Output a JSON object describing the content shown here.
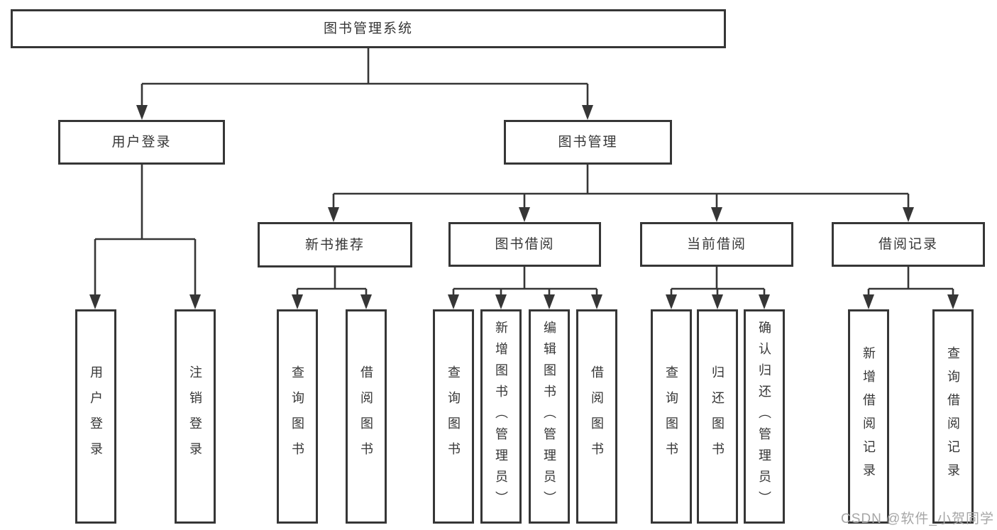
{
  "colors": {
    "line": "#363636",
    "text": "#363636",
    "background": "#ffffff",
    "watermark": "#a6a6a6"
  },
  "nodes": {
    "root": "图书管理系统",
    "user_login": "用户登录",
    "book_mgmt": "图书管理",
    "new_book_rec": "新书推荐",
    "book_borrow": "图书借阅",
    "current_borrow": "当前借阅",
    "borrow_record": "借阅记录",
    "leaf_user_login": "用户登录",
    "leaf_logout": "注销登录",
    "leaf_query_book_1": "查询图书",
    "leaf_borrow_book_1": "借阅图书",
    "leaf_query_book_2": "查询图书",
    "leaf_add_book": "新增图书（管理员）",
    "leaf_edit_book": "编辑图书（管理员）",
    "leaf_borrow_book_2": "借阅图书",
    "leaf_query_book_3": "查询图书",
    "leaf_return_book": "归还图书",
    "leaf_confirm_return": "确认归还（管理员）",
    "leaf_add_record": "新增借阅记录",
    "leaf_query_record": "查询借阅记录"
  },
  "hierarchy": {
    "图书管理系统": {
      "用户登录": [
        "用户登录",
        "注销登录"
      ],
      "图书管理": {
        "新书推荐": [
          "查询图书",
          "借阅图书"
        ],
        "图书借阅": [
          "查询图书",
          "新增图书（管理员）",
          "编辑图书（管理员）",
          "借阅图书"
        ],
        "当前借阅": [
          "查询图书",
          "归还图书",
          "确认归还（管理员）"
        ],
        "借阅记录": [
          "新增借阅记录",
          "查询借阅记录"
        ]
      }
    }
  },
  "watermark": {
    "text": "CSDN @软件_小贺同学"
  }
}
